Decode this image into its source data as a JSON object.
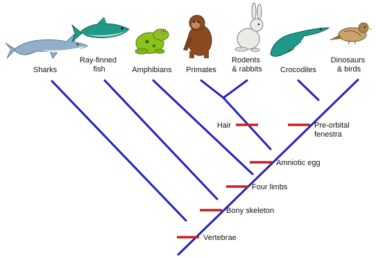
{
  "colors": {
    "branch": "#2222bb",
    "marker": "#cc1f1f",
    "label": "#111111"
  },
  "taxa": [
    {
      "name": "sharks",
      "label_lines": [
        "Sharks"
      ],
      "icon": "shark-icon"
    },
    {
      "name": "ray-finned-fish",
      "label_lines": [
        "Ray-finned",
        "fish"
      ],
      "icon": "tuna-icon"
    },
    {
      "name": "amphibians",
      "label_lines": [
        "Amphibians"
      ],
      "icon": "frog-icon"
    },
    {
      "name": "primates",
      "label_lines": [
        "Primates"
      ],
      "icon": "monkey-icon"
    },
    {
      "name": "rodents-rabbits",
      "label_lines": [
        "Rodents",
        "& rabbits"
      ],
      "icon": "rabbit-icon"
    },
    {
      "name": "crocodiles",
      "label_lines": [
        "Crocodiles"
      ],
      "icon": "crocodile-icon"
    },
    {
      "name": "dinosaurs-birds",
      "label_lines": [
        "Dinosaurs",
        "& birds"
      ],
      "icon": "sparrow-icon"
    }
  ],
  "traits": [
    {
      "name": "vertebrae",
      "label_lines": [
        "Vertebrae"
      ]
    },
    {
      "name": "bony-skeleton",
      "label_lines": [
        "Bony skeleton"
      ]
    },
    {
      "name": "four-limbs",
      "label_lines": [
        "Four limbs"
      ]
    },
    {
      "name": "amniotic-egg",
      "label_lines": [
        "Amniotic egg"
      ]
    },
    {
      "name": "hair",
      "label_lines": [
        "Hair"
      ]
    },
    {
      "name": "pre-orbital-fenestra",
      "label_lines": [
        "Pre-orbital",
        "fenestra"
      ]
    }
  ]
}
